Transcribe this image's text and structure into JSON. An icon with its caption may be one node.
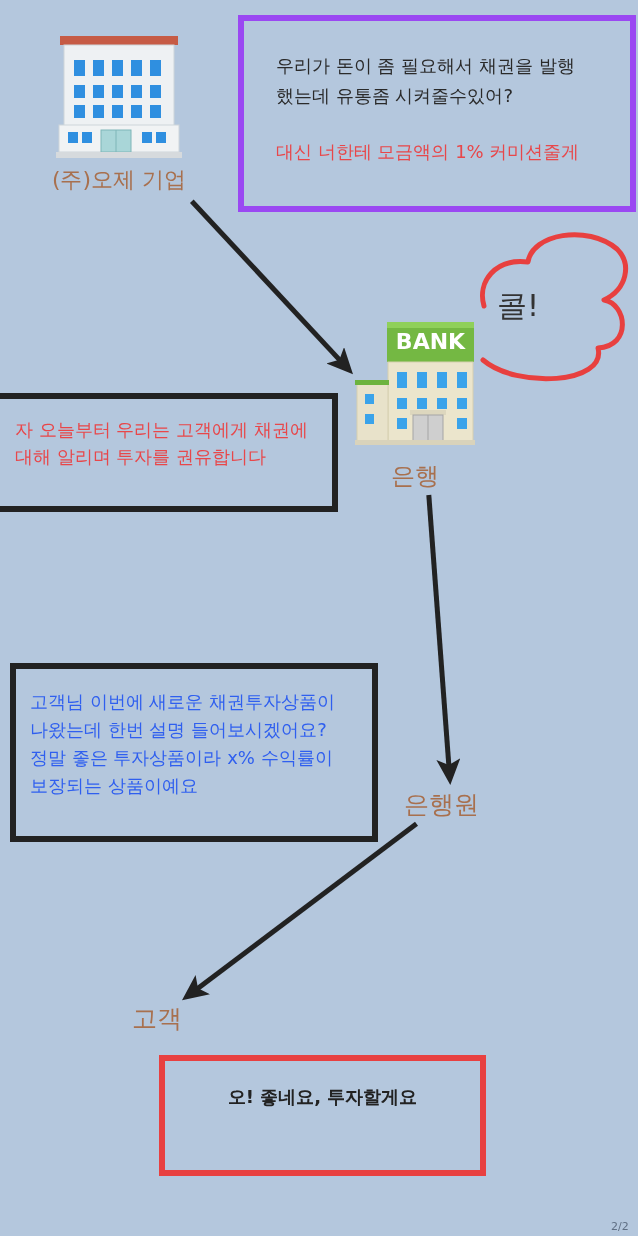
{
  "diagram": {
    "nodes": [
      {
        "text": [
          "(주)오제 기업"
        ]
      },
      {
        "text": [
          "우리가 돈이 좀 필요해서 채권을 발행 했는데 유통좀 시켜줄수있어?",
          "대신 너한테 모금액의 1% 커미션줄게"
        ]
      },
      {
        "text": [
          "콜!"
        ]
      },
      {
        "text": [
          "BANK",
          "은행"
        ]
      },
      {
        "text": [
          "자 오늘부터 우리는 고객에게 채권에 대해 알리며 투자를 권유합니다"
        ]
      },
      {
        "text": [
          "고객님 이번에 새로운 채권투자상품이 나왔는데 한번 설명 들어보시겠어요? 정말 좋은 투자상품이라 x% 수익률이 보장되는 상품이예요"
        ]
      },
      {
        "text": [
          "은행원"
        ]
      },
      {
        "text": [
          "고객"
        ]
      },
      {
        "text": [
          "오! 좋네요, 투자할게요"
        ]
      }
    ],
    "edges": [
      {
        "from": 0,
        "to": 3,
        "arrow": "to"
      },
      {
        "from": 3,
        "to": 6,
        "arrow": "to"
      },
      {
        "from": 6,
        "to": 7,
        "arrow": "to"
      }
    ],
    "labels": [
      "2/2"
    ]
  }
}
